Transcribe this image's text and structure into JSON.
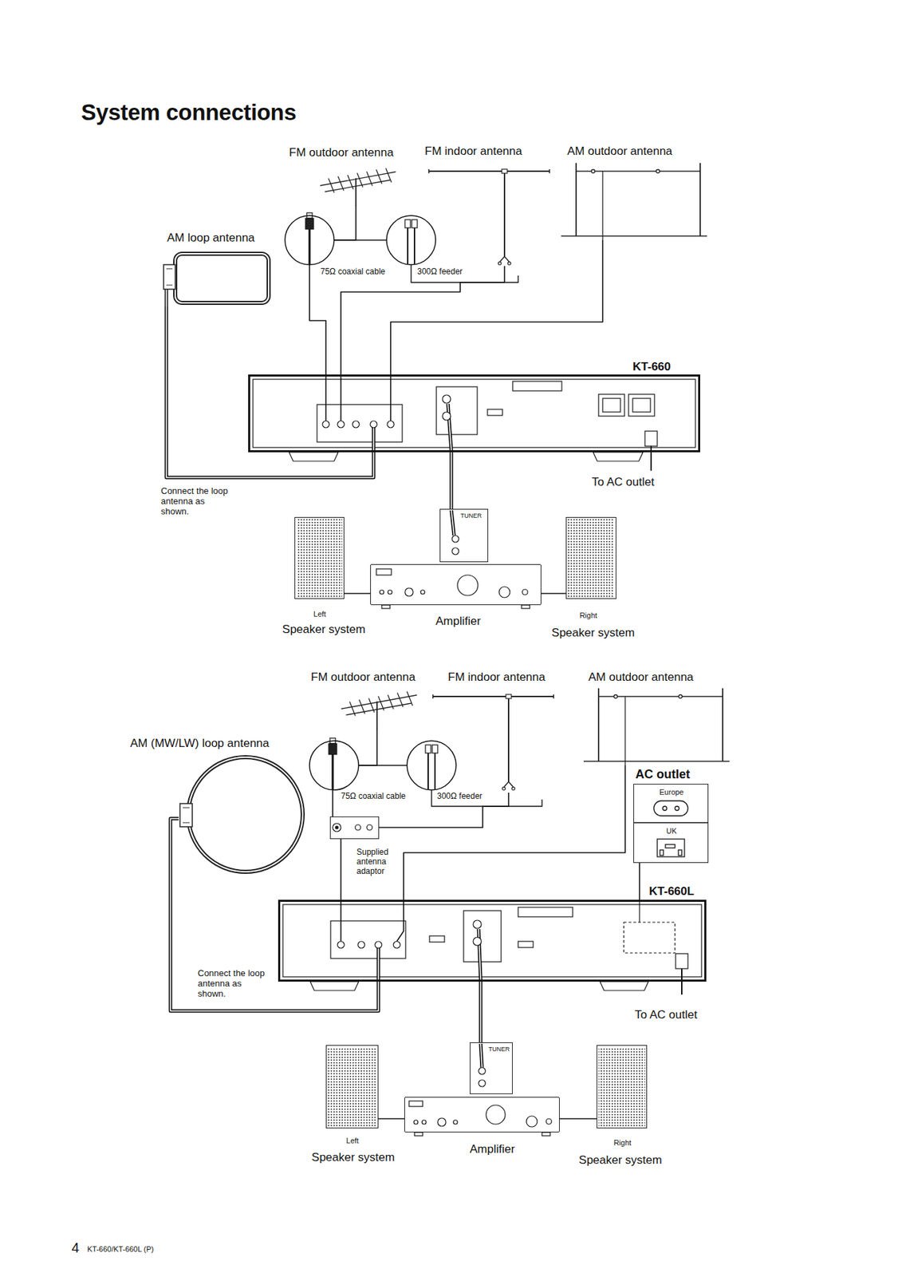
{
  "diagram": {
    "title": "System connections",
    "nodes": [
      {
        "text": [
          "FM outdoor antenna"
        ]
      },
      {
        "text": [
          "FM indoor antenna"
        ]
      },
      {
        "text": [
          "AM outdoor antenna"
        ]
      },
      {
        "text": [
          "AM loop antenna"
        ]
      },
      {
        "text": [
          "KT-660"
        ]
      },
      {
        "text": [
          "TUNER"
        ]
      },
      {
        "text": [
          "Left",
          "Speaker system"
        ]
      },
      {
        "text": [
          "Amplifier"
        ]
      },
      {
        "text": [
          "Right",
          "Speaker system"
        ]
      },
      {
        "text": [
          "FM outdoor antenna"
        ]
      },
      {
        "text": [
          "FM indoor antenna"
        ]
      },
      {
        "text": [
          "AM outdoor antenna"
        ]
      },
      {
        "text": [
          "AM (MW/LW) loop antenna"
        ]
      },
      {
        "text": [
          "Supplied antenna adaptor"
        ]
      },
      {
        "text": [
          "AC outlet",
          "Europe",
          "UK"
        ]
      },
      {
        "text": [
          "KT-660L"
        ]
      },
      {
        "text": [
          "TUNER"
        ]
      },
      {
        "text": [
          "Left",
          "Speaker system"
        ]
      },
      {
        "text": [
          "Amplifier"
        ]
      },
      {
        "text": [
          "Right",
          "Speaker system"
        ]
      }
    ],
    "edges": [
      {
        "from": 0,
        "to": 4,
        "arrow": "none"
      },
      {
        "from": 1,
        "to": 4,
        "arrow": "none"
      },
      {
        "from": 2,
        "to": 4,
        "arrow": "none"
      },
      {
        "from": 3,
        "to": 4,
        "arrow": "none"
      },
      {
        "from": 4,
        "to": 5,
        "arrow": "none"
      },
      {
        "from": 7,
        "to": 6,
        "arrow": "none"
      },
      {
        "from": 7,
        "to": 8,
        "arrow": "none"
      },
      {
        "from": 9,
        "to": 13,
        "arrow": "none"
      },
      {
        "from": 10,
        "to": 13,
        "arrow": "none"
      },
      {
        "from": 13,
        "to": 15,
        "arrow": "none"
      },
      {
        "from": 11,
        "to": 15,
        "arrow": "none"
      },
      {
        "from": 12,
        "to": 15,
        "arrow": "none"
      },
      {
        "from": 14,
        "to": 15,
        "arrow": "none"
      },
      {
        "from": 15,
        "to": 16,
        "arrow": "none"
      },
      {
        "from": 18,
        "to": 17,
        "arrow": "none"
      },
      {
        "from": 18,
        "to": 19,
        "arrow": "none"
      }
    ],
    "labels": [
      "75Ω coaxial cable",
      "300Ω feeder",
      "To AC outlet",
      "Connect the loop antenna as shown.",
      "75Ω coaxial cable",
      "300Ω feeder",
      "Connect the loop antenna as shown.",
      "To AC outlet",
      "4",
      "KT-660/KT-660L (P)"
    ]
  }
}
